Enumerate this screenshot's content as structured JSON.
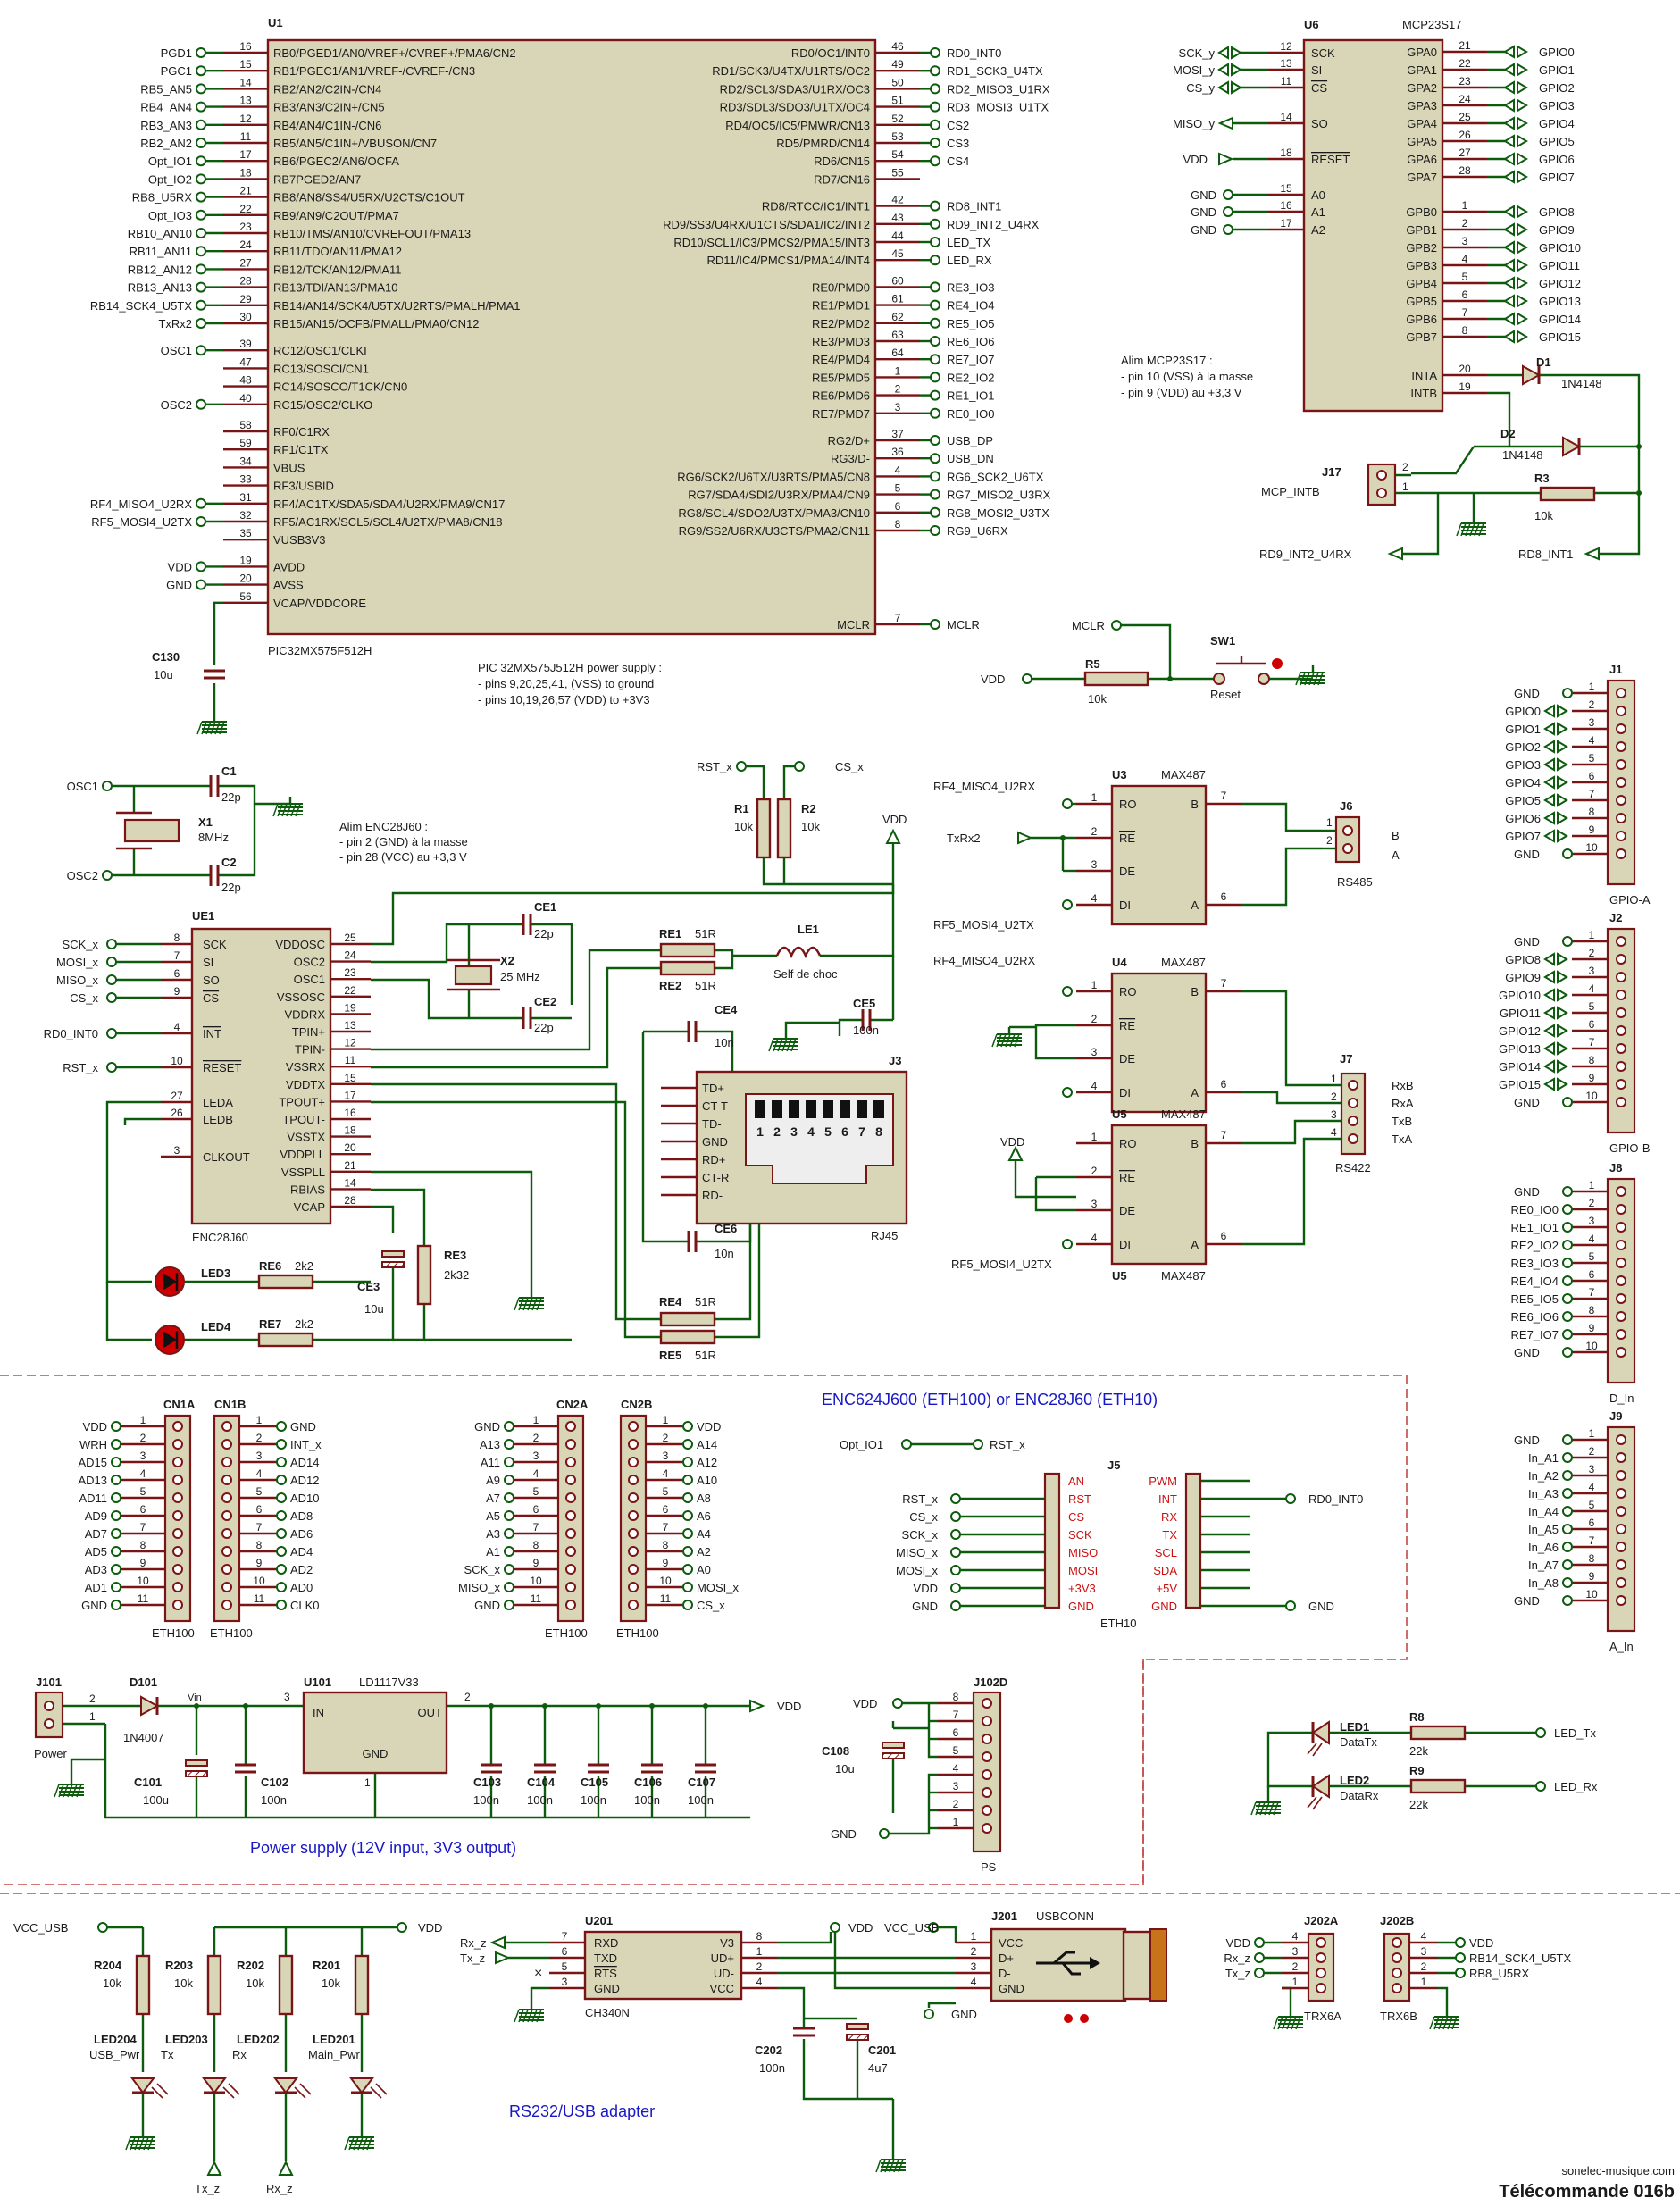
{
  "u1": {
    "ref": "U1",
    "part": "PIC32MX575F512H",
    "left": [
      [
        "16",
        "RB0/PGED1/AN0/VREF+/CVREF+/PMA6/CN2",
        "PGD1"
      ],
      [
        "15",
        "RB1/PGEC1/AN1/VREF-/CVREF-/CN3",
        "PGC1"
      ],
      [
        "14",
        "RB2/AN2/C2IN-/CN4",
        "RB5_AN5"
      ],
      [
        "13",
        "RB3/AN3/C2IN+/CN5",
        "RB4_AN4"
      ],
      [
        "12",
        "RB4/AN4/C1IN-/CN6",
        "RB3_AN3"
      ],
      [
        "11",
        "RB5/AN5/C1IN+/VBUSON/CN7",
        "RB2_AN2"
      ],
      [
        "17",
        "RB6/PGEC2/AN6/OCFA",
        "Opt_IO1"
      ],
      [
        "18",
        "RB7PGED2/AN7",
        "Opt_IO2"
      ],
      [
        "21",
        "RB8/AN8/SS4/U5RX/U2CTS/C1OUT",
        "RB8_U5RX"
      ],
      [
        "22",
        "RB9/AN9/C2OUT/PMA7",
        "Opt_IO3"
      ],
      [
        "23",
        "RB10/TMS/AN10/CVREFOUT/PMA13",
        "RB10_AN10"
      ],
      [
        "24",
        "RB11/TDO/AN11/PMA12",
        "RB11_AN11"
      ],
      [
        "27",
        "RB12/TCK/AN12/PMA11",
        "RB12_AN12"
      ],
      [
        "28",
        "RB13/TDI/AN13/PMA10",
        "RB13_AN13"
      ],
      [
        "29",
        "RB14/AN14/SCK4/U5TX/U2RTS/PMALH/PMA1",
        "RB14_SCK4_U5TX"
      ],
      [
        "30",
        "RB15/AN15/OCFB/PMALL/PMA0/CN12",
        "TxRx2"
      ],
      [
        "39",
        "RC12/OSC1/CLKI",
        "OSC1"
      ],
      [
        "47",
        "RC13/SOSCI/CN1",
        ""
      ],
      [
        "48",
        "RC14/SOSCO/T1CK/CN0",
        ""
      ],
      [
        "40",
        "RC15/OSC2/CLKO",
        "OSC2"
      ],
      [
        "58",
        "RF0/C1RX",
        ""
      ],
      [
        "59",
        "RF1/C1TX",
        ""
      ],
      [
        "34",
        "VBUS",
        ""
      ],
      [
        "33",
        "RF3/USBID",
        ""
      ],
      [
        "31",
        "RF4/AC1TX/SDA5/SDA4/U2RX/PMA9/CN17",
        "RF4_MISO4_U2RX"
      ],
      [
        "32",
        "RF5/AC1RX/SCL5/SCL4/U2TX/PMA8/CN18",
        "RF5_MOSI4_U2TX"
      ],
      [
        "35",
        "VUSB3V3",
        ""
      ],
      [
        "19",
        "AVDD",
        "VDD"
      ],
      [
        "20",
        "AVSS",
        "GND"
      ],
      [
        "56",
        "VCAP/VDDCORE",
        ""
      ]
    ],
    "right": [
      [
        "46",
        "RD0/OC1/INT0",
        "RD0_INT0"
      ],
      [
        "49",
        "RD1/SCK3/U4TX/U1RTS/OC2",
        "RD1_SCK3_U4TX"
      ],
      [
        "50",
        "RD2/SCL3/SDA3/U1RX/OC3",
        "RD2_MISO3_U1RX"
      ],
      [
        "51",
        "RD3/SDL3/SDO3/U1TX/OC4",
        "RD3_MOSI3_U1TX"
      ],
      [
        "52",
        "RD4/OC5/IC5/PMWR/CN13",
        "CS2"
      ],
      [
        "53",
        "RD5/PMRD/CN14",
        "CS3"
      ],
      [
        "54",
        "RD6/CN15",
        "CS4"
      ],
      [
        "55",
        "RD7/CN16",
        ""
      ],
      [
        "42",
        "RD8/RTCC/IC1/INT1",
        "RD8_INT1"
      ],
      [
        "43",
        "RD9/SS3/U4RX/U1CTS/SDA1/IC2/INT2",
        "RD9_INT2_U4RX"
      ],
      [
        "44",
        "RD10/SCL1/IC3/PMCS2/PMA15/INT3",
        "LED_TX"
      ],
      [
        "45",
        "RD11/IC4/PMCS1/PMA14/INT4",
        "LED_RX"
      ],
      [
        "60",
        "RE0/PMD0",
        "RE3_IO3"
      ],
      [
        "61",
        "RE1/PMD1",
        "RE4_IO4"
      ],
      [
        "62",
        "RE2/PMD2",
        "RE5_IO5"
      ],
      [
        "63",
        "RE3/PMD3",
        "RE6_IO6"
      ],
      [
        "64",
        "RE4/PMD4",
        "RE7_IO7"
      ],
      [
        "1",
        "RE5/PMD5",
        "RE2_IO2"
      ],
      [
        "2",
        "RE6/PMD6",
        "RE1_IO1"
      ],
      [
        "3",
        "RE7/PMD7",
        "RE0_IO0"
      ],
      [
        "37",
        "RG2/D+",
        "USB_DP"
      ],
      [
        "36",
        "RG3/D-",
        "USB_DN"
      ],
      [
        "4",
        "RG6/SCK2/U6TX/U3RTS/PMA5/CN8",
        "RG6_SCK2_U6TX"
      ],
      [
        "5",
        "RG7/SDA4/SDI2/U3RX/PMA4/CN9",
        "RG7_MISO2_U3RX"
      ],
      [
        "6",
        "RG8/SCL4/SDO2/U3TX/PMA3/CN10",
        "RG8_MOSI2_U3TX"
      ],
      [
        "8",
        "RG9/SS2/U6RX/U3CTS/PMA2/CN11",
        "RG9_U6RX"
      ],
      [
        "7",
        "MCLR",
        "MCLR"
      ]
    ],
    "c130": "C130",
    "c130v": "10u",
    "note": [
      "PIC 32MX575J512H power supply :",
      "- pins 9,20,25,41, (VSS) to ground",
      "- pins 10,19,26,57 (VDD) to +3V3"
    ]
  },
  "u6": {
    "ref": "U6",
    "part": "MCP23S17",
    "left": [
      [
        "12",
        "SCK",
        "SCK_y"
      ],
      [
        "13",
        "SI",
        "MOSI_y"
      ],
      [
        "11",
        "CS",
        "CS_y"
      ],
      [
        "14",
        "SO",
        "MISO_y"
      ],
      [
        "18",
        "RESET",
        "VDD"
      ],
      [
        "15",
        "A0",
        "GND"
      ],
      [
        "16",
        "A1",
        "GND"
      ],
      [
        "17",
        "A2",
        "GND"
      ]
    ],
    "right": [
      [
        "21",
        "GPA0",
        "GPIO0"
      ],
      [
        "22",
        "GPA1",
        "GPIO1"
      ],
      [
        "23",
        "GPA2",
        "GPIO2"
      ],
      [
        "24",
        "GPA3",
        "GPIO3"
      ],
      [
        "25",
        "GPA4",
        "GPIO4"
      ],
      [
        "26",
        "GPA5",
        "GPIO5"
      ],
      [
        "27",
        "GPA6",
        "GPIO6"
      ],
      [
        "28",
        "GPA7",
        "GPIO7"
      ],
      [
        "1",
        "GPB0",
        "GPIO8"
      ],
      [
        "2",
        "GPB1",
        "GPIO9"
      ],
      [
        "3",
        "GPB2",
        "GPIO10"
      ],
      [
        "4",
        "GPB3",
        "GPIO11"
      ],
      [
        "5",
        "GPB4",
        "GPIO12"
      ],
      [
        "6",
        "GPB5",
        "GPIO13"
      ],
      [
        "7",
        "GPB6",
        "GPIO14"
      ],
      [
        "8",
        "GPB7",
        "GPIO15"
      ],
      [
        "20",
        "INTA",
        ""
      ],
      [
        "19",
        "INTB",
        ""
      ]
    ],
    "note": [
      "Alim MCP23S17 :",
      "- pin 10 (VSS) à la masse",
      "- pin 9 (VDD) au +3,3 V"
    ]
  },
  "int": {
    "d1": "D1",
    "d1v": "1N4148",
    "d2": "D2",
    "d2v": "1N4148",
    "j17": "J17",
    "j17l": "MCP_INTB",
    "r3": "R3",
    "r3v": "10k",
    "rd9": "RD9_INT2_U4RX",
    "rd8": "RD8_INT1"
  },
  "reset": {
    "mclr": "MCLR",
    "vdd": "VDD",
    "r5": "R5",
    "r5v": "10k",
    "sw": "SW1",
    "swl": "Reset"
  },
  "eth": {
    "osc1": "OSC1",
    "osc2": "OSC2",
    "c1": "C1",
    "c1v": "22p",
    "c2": "C2",
    "c2v": "22p",
    "x1": "X1",
    "x1v": "8MHz",
    "note": [
      "Alim ENC28J60 :",
      "- pin 2 (GND) à la masse",
      "- pin 28 (VCC) au +3,3 V"
    ],
    "ref": "UE1",
    "part": "ENC28J60",
    "left": [
      [
        "8",
        "SCK",
        "SCK_x"
      ],
      [
        "7",
        "SI",
        "MOSI_x"
      ],
      [
        "6",
        "SO",
        "MISO_x"
      ],
      [
        "9",
        "CS",
        "CS_x"
      ],
      [
        "4",
        "INT",
        "RD0_INT0"
      ],
      [
        "10",
        "RESET",
        "RST_x"
      ],
      [
        "27",
        "LEDA",
        ""
      ],
      [
        "26",
        "LEDB",
        ""
      ],
      [
        "3",
        "CLKOUT",
        ""
      ]
    ],
    "right": [
      [
        "25",
        "VDDOSC"
      ],
      [
        "24",
        "OSC2"
      ],
      [
        "23",
        "OSC1"
      ],
      [
        "22",
        "VSSOSC"
      ],
      [
        "19",
        "VDDRX"
      ],
      [
        "13",
        "TPIN+"
      ],
      [
        "12",
        "TPIN-"
      ],
      [
        "11",
        "VSSRX"
      ],
      [
        "15",
        "VDDTX"
      ],
      [
        "17",
        "TPOUT+"
      ],
      [
        "16",
        "TPOUT-"
      ],
      [
        "18",
        "VSSTX"
      ],
      [
        "20",
        "VDDPLL"
      ],
      [
        "21",
        "VSSPLL"
      ],
      [
        "14",
        "RBIAS"
      ],
      [
        "28",
        "VCAP"
      ]
    ],
    "rst": "RST_x",
    "csx": "CS_x",
    "r1": "R1",
    "r1v": "10k",
    "r2": "R2",
    "r2v": "10k",
    "vdd": "VDD",
    "ce1": "CE1",
    "ce1v": "22p",
    "x2": "X2",
    "x2v": "25 MHz",
    "ce2": "CE2",
    "ce2v": "22p",
    "re1": "RE1",
    "re1v": "51R",
    "re2": "RE2",
    "re2v": "51R",
    "le1": "LE1",
    "le1l": "Self de choc",
    "ce5": "CE5",
    "ce5v": "100n",
    "ce4": "CE4",
    "ce4v": "10n",
    "ce6": "CE6",
    "ce6v": "10n",
    "re4": "RE4",
    "re4v": "51R",
    "re5": "RE5",
    "re5v": "51R",
    "j3": "J3",
    "j3l": "RJ45",
    "j3pins": [
      "TD+",
      "CT-T",
      "TD-",
      "GND",
      "RD+",
      "CT-R",
      "RD-"
    ],
    "rjnums": [
      "1",
      "2",
      "3",
      "4",
      "5",
      "6",
      "7",
      "8"
    ],
    "led3": "LED3",
    "re6": "RE6",
    "re6v": "2k2",
    "led4": "LED4",
    "re7": "RE7",
    "re7v": "2k2",
    "ce3": "CE3",
    "ce3v": "10u",
    "re3": "RE3",
    "re3v": "2k32"
  },
  "rs": {
    "u3": "U3",
    "u3p": "MAX487",
    "u3in": [
      "RF4_MISO4_U2RX",
      "TxRx2",
      "RF5_MOSI4_U2TX"
    ],
    "pinsL": [
      "RO",
      "RE",
      "DE",
      "DI"
    ],
    "pinsR": [
      "B",
      "A"
    ],
    "j6": "J6",
    "j6l": "RS485",
    "j6p": [
      "B",
      "A"
    ],
    "u4": "U4",
    "u4p": "MAX487",
    "u4in": "RF4_MISO4_U2RX",
    "u5": "U5",
    "u5p": "MAX487",
    "u5in": "RF5_MOSI4_U2TX",
    "vdd": "VDD",
    "j7": "J7",
    "j7l": "RS422",
    "j7p": [
      "RxB",
      "RxA",
      "TxB",
      "TxA"
    ]
  },
  "j1": {
    "ref": "J1",
    "label": "GPIO-A",
    "pins": [
      "GND",
      "GPIO0",
      "GPIO1",
      "GPIO2",
      "GPIO3",
      "GPIO4",
      "GPIO5",
      "GPIO6",
      "GPIO7",
      "GND"
    ]
  },
  "j2": {
    "ref": "J2",
    "label": "GPIO-B",
    "pins": [
      "GND",
      "GPIO8",
      "GPIO9",
      "GPIO10",
      "GPIO11",
      "GPIO12",
      "GPIO13",
      "GPIO14",
      "GPIO15",
      "GND"
    ]
  },
  "j8": {
    "ref": "J8",
    "label": "D_In",
    "pins": [
      "GND",
      "RE0_IO0",
      "RE1_IO1",
      "RE2_IO2",
      "RE3_IO3",
      "RE4_IO4",
      "RE5_IO5",
      "RE6_IO6",
      "RE7_IO7",
      "GND"
    ]
  },
  "j9": {
    "ref": "J9",
    "label": "A_In",
    "pins": [
      "GND",
      "In_A1",
      "In_A2",
      "In_A3",
      "In_A4",
      "In_A5",
      "In_A6",
      "In_A7",
      "In_A8",
      "GND"
    ]
  },
  "cn": {
    "title": "ENC624J600 (ETH100) or ENC28J60 (ETH10)",
    "cn1a": "CN1A",
    "cn1b": "CN1B",
    "cn2a": "CN2A",
    "cn2b": "CN2B",
    "eth100": "ETH100",
    "c1aL": [
      "VDD",
      "WRH",
      "AD15",
      "AD13",
      "AD11",
      "AD9",
      "AD7",
      "AD5",
      "AD3",
      "AD1",
      "GND"
    ],
    "c1bR": [
      "GND",
      "INT_x",
      "AD14",
      "AD12",
      "AD10",
      "AD8",
      "AD6",
      "AD4",
      "AD2",
      "AD0",
      "CLK0"
    ],
    "c2aL": [
      "GND",
      "A13",
      "A11",
      "A9",
      "A7",
      "A5",
      "A3",
      "A1",
      "SCK_x",
      "MISO_x",
      "GND"
    ],
    "c2bR": [
      "VDD",
      "A14",
      "A12",
      "A10",
      "A8",
      "A6",
      "A4",
      "A2",
      "A0",
      "MOSI_x",
      "CS_x"
    ],
    "optio": "Opt_IO1",
    "rstx": "RST_x",
    "j5": "J5",
    "eth10": "ETH10",
    "j5L": [
      "AN",
      "RST",
      "CS",
      "SCK",
      "MISO",
      "MOSI",
      "+3V3",
      "GND"
    ],
    "j5Lsig": [
      "RST_x",
      "CS_x",
      "SCK_x",
      "MISO_x",
      "MOSI_x",
      "VDD",
      "GND"
    ],
    "j5R": [
      "PWM",
      "INT",
      "RX",
      "TX",
      "SCL",
      "SDA",
      "+5V",
      "GND"
    ],
    "rd0": "RD0_INT0",
    "gnd": "GND"
  },
  "psu": {
    "j101": "J101",
    "j101l": "Power",
    "d101": "D101",
    "d101v": "1N4007",
    "vin": "Vin",
    "u101": "U101",
    "u101p": "LD1117V33",
    "in": "IN",
    "out": "OUT",
    "gndp": "GND",
    "c101": "C101",
    "c101v": "100u",
    "c102": "C102",
    "c102v": "100n",
    "c103": "C103",
    "c103v": "100n",
    "c104": "C104",
    "c104v": "100n",
    "c105": "C105",
    "c105v": "100n",
    "c106": "C106",
    "c106v": "100n",
    "c107": "C107",
    "c107v": "100n",
    "vdd": "VDD",
    "title": "Power supply (12V input, 3V3 output)",
    "j102": "J102D",
    "j102l": "PS",
    "c108": "C108",
    "c108v": "10u",
    "vdd2": "VDD",
    "gnd2": "GND"
  },
  "leds": {
    "led1": "LED1",
    "led1l": "DataTx",
    "led2": "LED2",
    "led2l": "DataRx",
    "r8": "R8",
    "r8v": "22k",
    "r9": "R9",
    "r9v": "22k",
    "tx": "LED_Tx",
    "rx": "LED_Rx"
  },
  "usb": {
    "vccusb": "VCC_USB",
    "vdd": "VDD",
    "r204": "R204",
    "r204v": "10k",
    "r203": "R203",
    "r203v": "10k",
    "r202": "R202",
    "r202v": "10k",
    "r201": "R201",
    "r201v": "10k",
    "led204": "LED204",
    "led204l": "USB_Pwr",
    "led203": "LED203",
    "led203l": "Tx",
    "led202": "LED202",
    "led202l": "Rx",
    "led201": "LED201",
    "led201l": "Main_Pwr",
    "txz": "Tx_z",
    "rxz": "Rx_z",
    "u201": "U201",
    "u201p": "CH340N",
    "u201L": [
      "RXD",
      "TXD",
      "RTS",
      "GND"
    ],
    "u201R": [
      "V3",
      "UD+",
      "UD-",
      "VCC"
    ],
    "rxz2": "Rx_z",
    "txz2": "Tx_z",
    "vdd2": "VDD",
    "vccusb2": "VCC_USB",
    "j201": "J201",
    "j201p": "USBCONN",
    "j201pins": [
      "VCC",
      "D+",
      "D-",
      "GND"
    ],
    "c202": "C202",
    "c202v": "100n",
    "c201": "C201",
    "c201v": "4u7",
    "gnd": "GND",
    "title": "RS232/USB adapter",
    "j202a": "J202A",
    "j202al": "TRX6A",
    "j202aS": [
      "VDD",
      "Rx_z",
      "Tx_z"
    ],
    "j202b": "J202B",
    "j202bl": "TRX6B",
    "j202bS": [
      "VDD",
      "RB14_SCK4_U5TX",
      "RB8_U5RX"
    ]
  },
  "footer": {
    "site": "sonelec-musique.com",
    "title": "Télécommande 016b"
  }
}
